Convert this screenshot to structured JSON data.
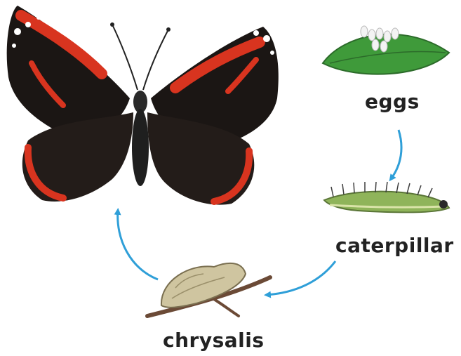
{
  "stages": [
    {
      "id": "eggs",
      "label": "eggs"
    },
    {
      "id": "caterpillar",
      "label": "caterpillar"
    },
    {
      "id": "chrysalis",
      "label": "chrysalis"
    },
    {
      "id": "butterfly",
      "label": ""
    }
  ],
  "colors": {
    "arrow": "#2f9fd8",
    "wing_black": "#1b1614",
    "wing_band": "#d8341f",
    "leaf": "#3f9a3a",
    "caterpillar": "#8fb45a",
    "chrysalis": "#cfc5a0",
    "twig": "#6b4a36"
  }
}
